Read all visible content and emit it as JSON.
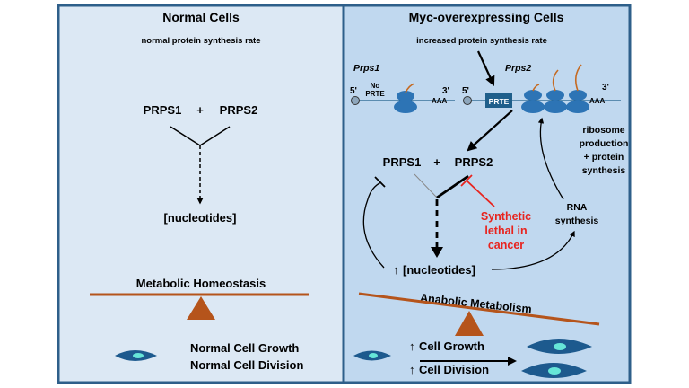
{
  "left_panel": {
    "title": "Normal Cells",
    "subtitle": "normal protein synthesis rate",
    "prps1": "PRPS1",
    "plus": "+",
    "prps2": "PRPS2",
    "nucleotides": "[nucleotides]",
    "homeostasis": "Metabolic Homeostasis",
    "growth": "Normal Cell Growth",
    "division": "Normal Cell Division"
  },
  "right_panel": {
    "title": "Myc-overexpressing Cells",
    "subtitle": "increased protein synthesis rate",
    "prps1_gene": "Prps1",
    "prps2_gene": "Prps2",
    "five_prime_1": "5'",
    "three_prime_1": "3'",
    "five_prime_2": "5'",
    "three_prime_2": "3'",
    "no_prte_line1": "No",
    "no_prte_line2": "PRTE",
    "prte_box": "PRTE",
    "aaa_1": "AAA",
    "aaa_2": "AAA",
    "ribosome_line1": "ribosome",
    "ribosome_line2": "production",
    "ribosome_line3": "+ protein",
    "ribosome_line4": "synthesis",
    "rna_line1": "RNA",
    "rna_line2": "synthesis",
    "prps1": "PRPS1",
    "plus": "+",
    "prps2": "PRPS2",
    "synthetic_line1": "Synthetic",
    "synthetic_line2": "lethal in",
    "synthetic_line3": "cancer",
    "up_arrow": "↑",
    "nucleotides": "[nucleotides]",
    "anabolic": "Anabolic Metabolism",
    "growth": "Cell Growth",
    "division": "Cell Division"
  },
  "colors": {
    "left_bg": "#dce8f4",
    "right_bg": "#c0d8ef",
    "frame": "#2e5f8a",
    "ribosome": "#2d74b5",
    "prte": "#1f5f8b",
    "balance": "#b5541b",
    "cell": "#1d5a8e",
    "nucleus": "#66e6d8",
    "red": "#e8231e"
  }
}
